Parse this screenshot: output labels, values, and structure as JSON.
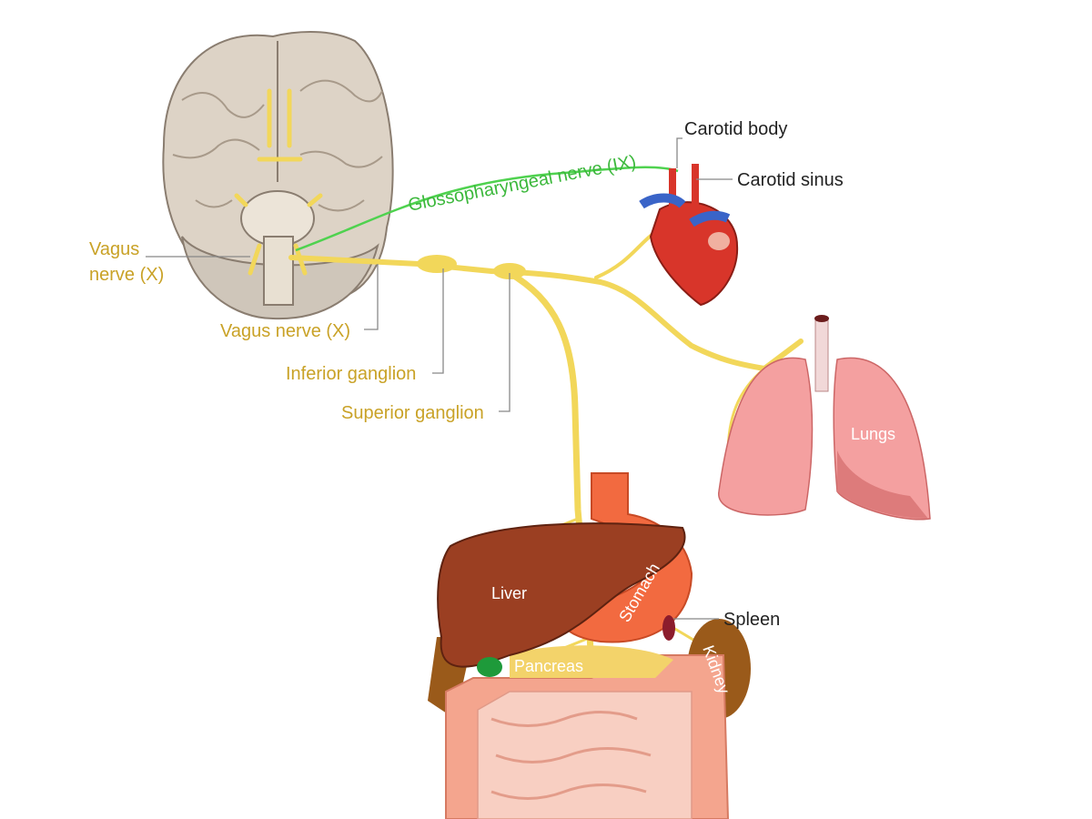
{
  "labels": {
    "carotid_body": "Carotid body",
    "carotid_sinus": "Carotid sinus",
    "glossopharyngeal": "Glossopharyngeal nerve (IX)",
    "vagus_left_line1": "Vagus",
    "vagus_left_line2": "nerve (X)",
    "vagus_nerve": "Vagus nerve (X)",
    "inferior_ganglion": "Inferior ganglion",
    "superior_ganglion": "Superior ganglion",
    "lungs": "Lungs",
    "liver": "Liver",
    "stomach": "Stomach",
    "spleen": "Spleen",
    "pancreas": "Pancreas",
    "kidney": "Kidney"
  },
  "colors": {
    "nerve": "#f2d75a",
    "glossopharyngeal": "#4fd24f",
    "label_gold": "#c9a227",
    "liver": "#9b3f22",
    "lungs": "#f4a0a0",
    "heart": "#d8352a",
    "intestine": "#f4a58e",
    "kidney": "#9a5a1a"
  }
}
